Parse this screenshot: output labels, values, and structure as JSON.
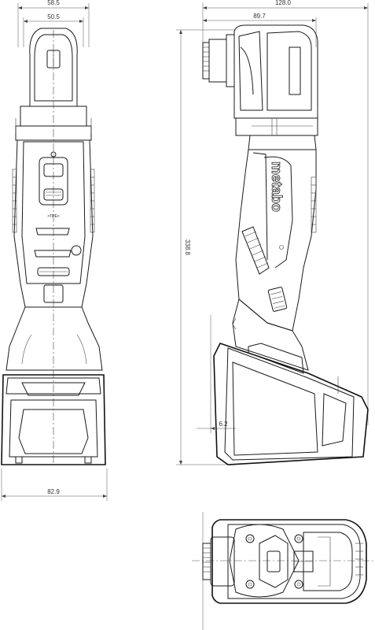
{
  "dimensions": {
    "front_top_width": "58.5",
    "front_inner_width": "50.5",
    "front_bottom_width": "82.9",
    "side_total_width": "128.0",
    "side_head_width": "89.7",
    "side_height": "338.8",
    "side_offset": "6.2"
  },
  "labels": {
    "brand": "metabo",
    "type_mark": ">TPE<"
  }
}
